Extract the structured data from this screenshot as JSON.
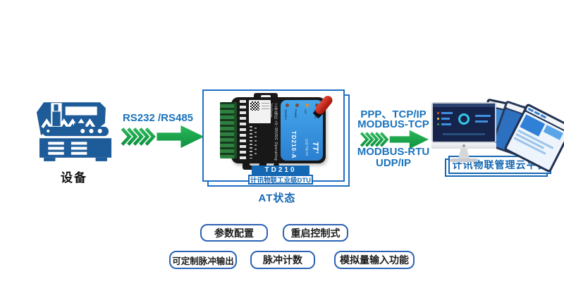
{
  "palette": {
    "machine_blue": "#1e5b99",
    "arrow_green": "#1aa44d",
    "link_text_blue": "#1a73be",
    "frame_blue": "#1f6fc4",
    "badge_blue": "#1467b3",
    "feature_border_blue": "#2b63b5",
    "text_dark": "#1c1c1c"
  },
  "source": {
    "label": "设备"
  },
  "serial_link": {
    "label": "RS232 /RS485"
  },
  "dtu": {
    "model_badge": "TD210",
    "type_badge": "计讯物联工业级DTU",
    "status_label": "AT状态",
    "device": {
      "side_model": "TD210-A",
      "leds": [
        "Online",
        "Act",
        "Power",
        "System"
      ],
      "voltage": "工作电压 +5~35VDC",
      "voltage_en": "Operating Voltage",
      "logo": "TT’",
      "logo_sub": "计讯 Top-Iot"
    }
  },
  "wan_link": {
    "lines_top": [
      "PPP、TCP/IP",
      "MODBUS-TCP"
    ],
    "lines_bottom": [
      "MODBUS-RTU",
      "UDP/IP"
    ]
  },
  "platform": {
    "label": "计讯物联管理云平台"
  },
  "features": [
    "参数配置",
    "重启控制式",
    "可定制脉冲输出",
    "脉冲计数",
    "模拟量输入功能"
  ]
}
